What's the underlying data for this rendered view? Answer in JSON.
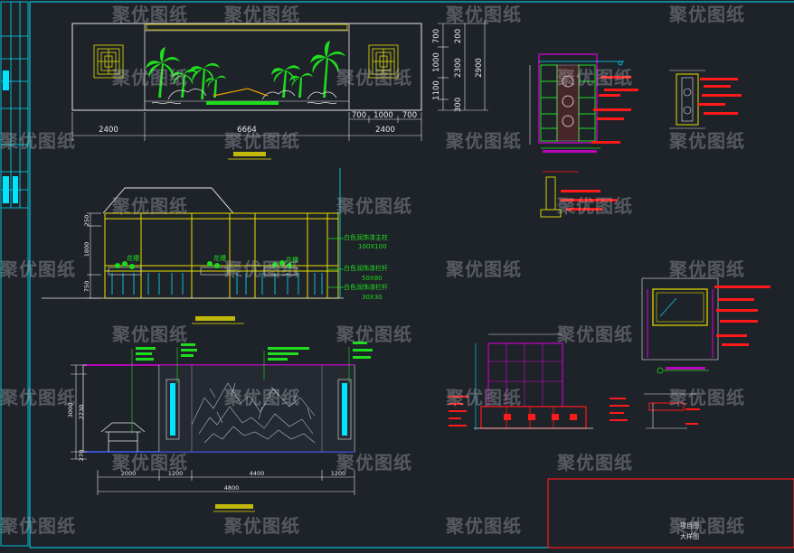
{
  "drawing": {
    "elev1": {
      "dims_right": [
        "200",
        "700",
        "1000",
        "1100",
        "300",
        "2300",
        "2900"
      ],
      "dims_bottom": [
        "2400",
        "6664",
        "700",
        "1000",
        "700",
        "2400"
      ]
    },
    "elev2": {
      "notes": [
        "白色润饰漆主柱",
        "100X100",
        "白色润饰漆栏杆",
        "50X80",
        "白色润饰漆栏杆",
        "30X30"
      ],
      "plant_labels": [
        "花槽",
        "花槽",
        "花槽"
      ],
      "dims_left": [
        "250",
        "1800",
        "750"
      ]
    },
    "elev3": {
      "dims_left": [
        "3000",
        "2730",
        "270"
      ],
      "dims_bottom": [
        "2000",
        "1200",
        "4400",
        "1200",
        "4800"
      ]
    },
    "title_block": {
      "lines": [
        "项目图",
        "大样图"
      ]
    },
    "watermark": "聚优图纸"
  },
  "colors": {
    "background": "#1e2229",
    "cyan": "#00e5ff",
    "yellow": "#e8e000",
    "magenta": "#e000e0",
    "red": "#ff1a1a",
    "green": "#22dd22",
    "white": "#e8e8e8"
  }
}
